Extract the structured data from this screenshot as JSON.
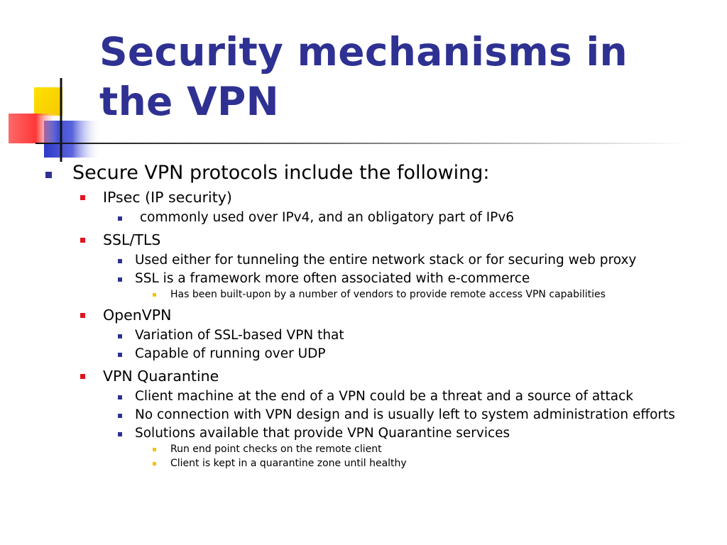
{
  "slide": {
    "title_line1": "Security mechanisms in",
    "title_line2": "the VPN"
  },
  "colors": {
    "title": "#2E3192",
    "bullet_level1": "#2E3192",
    "bullet_level2": "#E0141E",
    "bullet_level3": "#2E3192",
    "bullet_level4": "#F5C200"
  },
  "content": {
    "intro": "Secure VPN protocols include the following:",
    "ipsec": {
      "label": "IPsec (IP security)",
      "points": [
        "commonly used over IPv4, and an obligatory part of IPv6"
      ]
    },
    "ssltls": {
      "label": "SSL/TLS",
      "points": [
        "Used either for tunneling the entire network stack or for securing web proxy",
        "SSL is a framework more often associated with e-commerce"
      ],
      "subpoints": [
        "Has been built-upon by a number of vendors to provide remote access VPN capabilities"
      ]
    },
    "openvpn": {
      "label": "OpenVPN",
      "points": [
        "Variation of SSL-based VPN that",
        "Capable of running over UDP"
      ]
    },
    "quarantine": {
      "label": "VPN Quarantine",
      "points": [
        "Client machine at the end of a VPN could be a threat and a source of attack",
        "No connection with VPN design and is usually left to system administration efforts",
        "Solutions available that provide VPN Quarantine services"
      ],
      "subpoints": [
        "Run end point checks on the remote client",
        "Client is kept in a quarantine zone until healthy"
      ]
    }
  }
}
